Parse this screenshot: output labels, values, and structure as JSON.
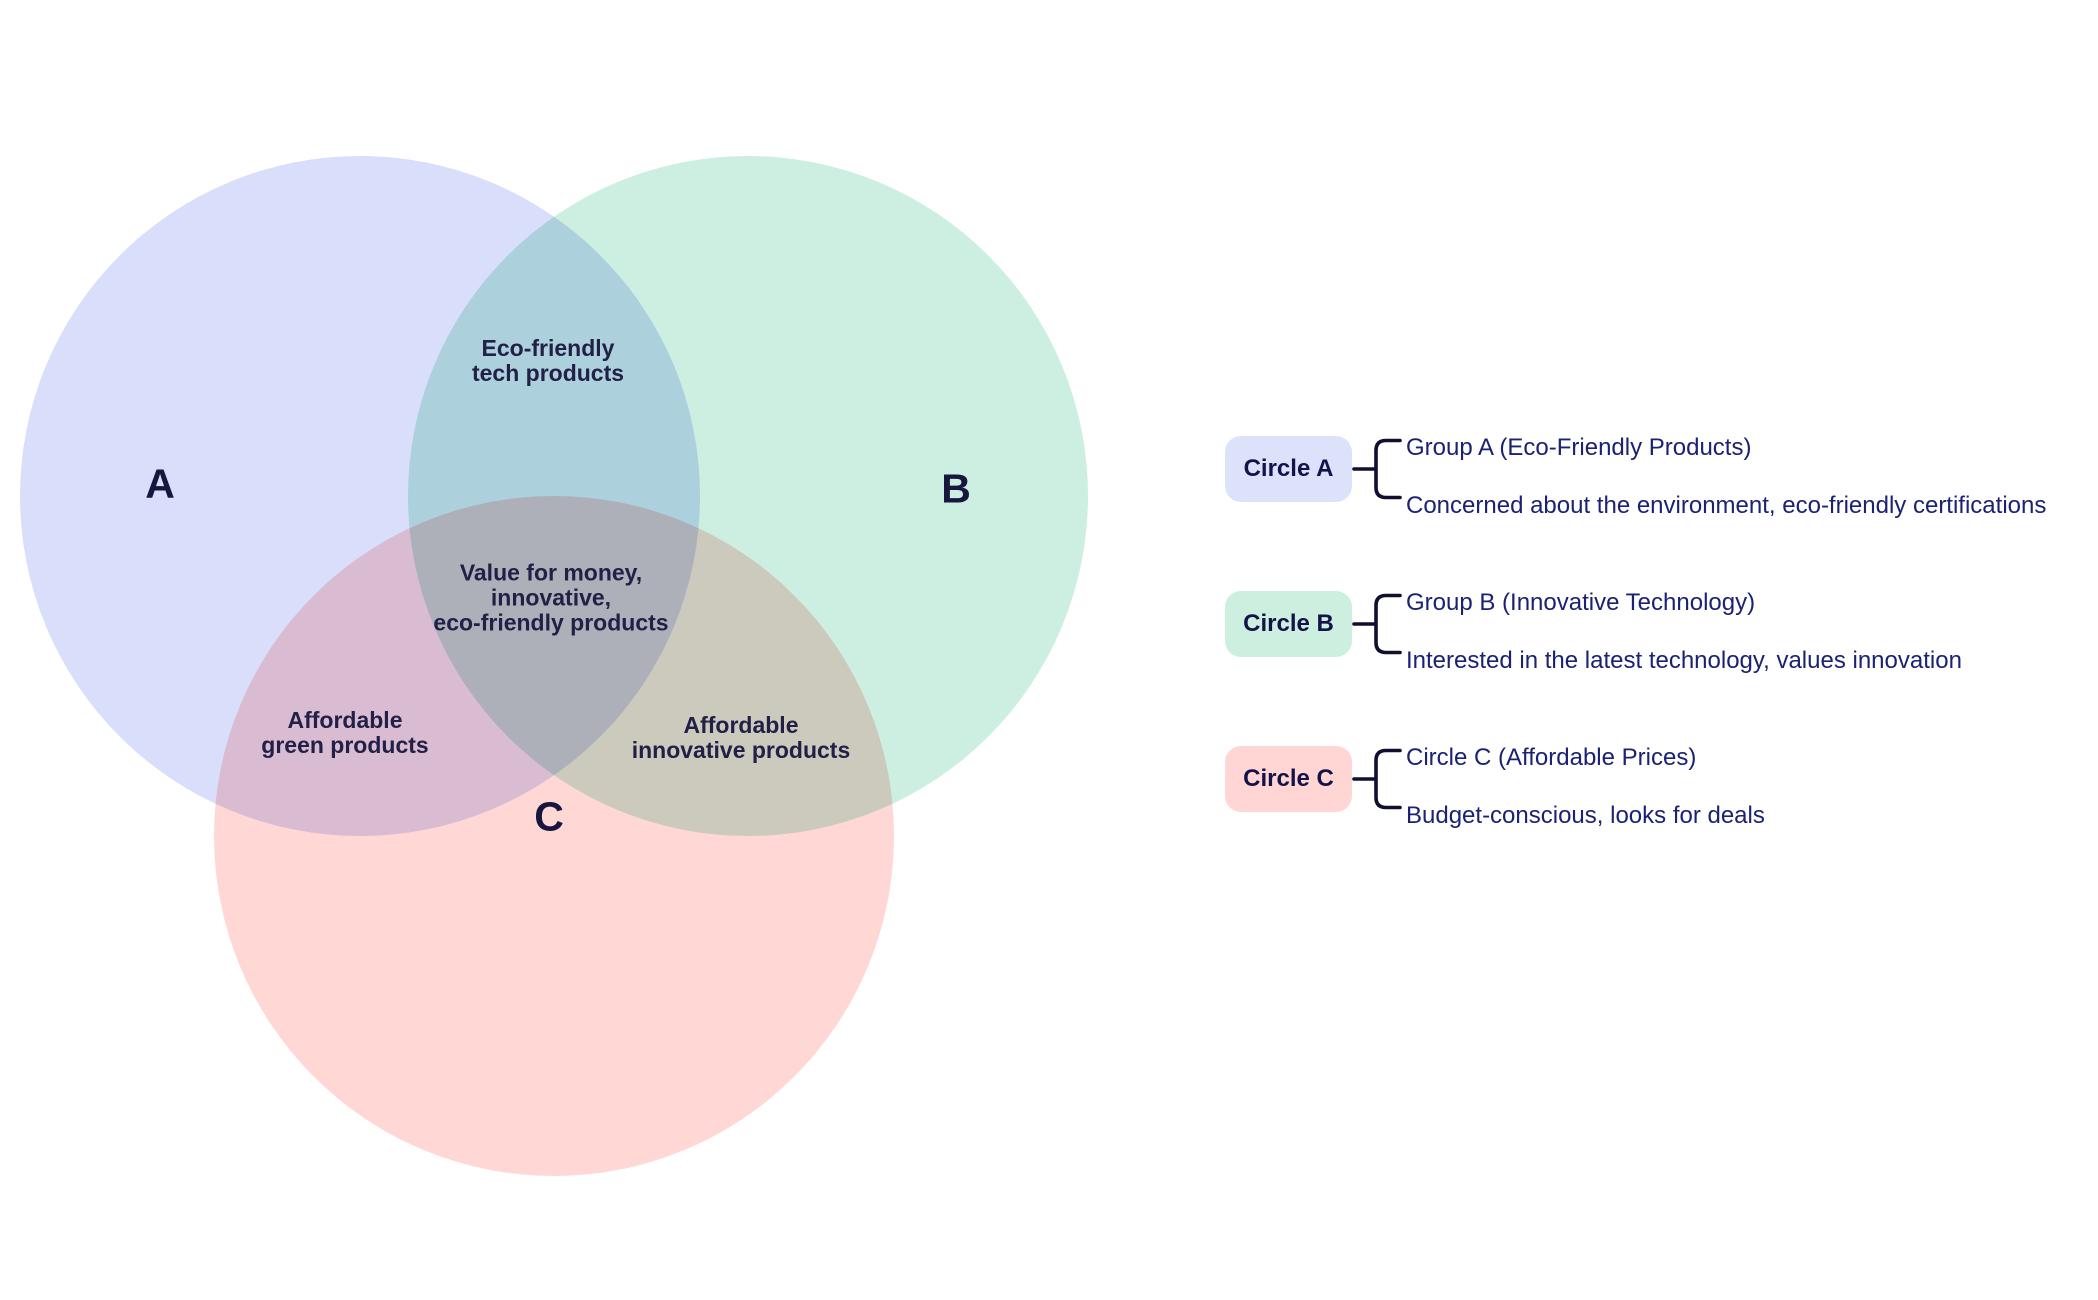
{
  "venn": {
    "circles": [
      {
        "id": "A",
        "label": "A",
        "color": "#d9defa"
      },
      {
        "id": "B",
        "label": "B",
        "color": "#ccefe2"
      },
      {
        "id": "C",
        "label": "C",
        "color": "#ffd8d5"
      }
    ],
    "regions": {
      "ab": "Eco-friendly\ntech products",
      "abc": "Value for money,\ninnovative,\neco-friendly products",
      "ac": "Affordable\ngreen products",
      "bc": "Affordable\ninnovative products"
    }
  },
  "legend": {
    "rows": [
      {
        "chip": "Circle A",
        "chip_color": "#dde2fb",
        "line1": "Group A (Eco-Friendly Products)",
        "line2": "Concerned about the environment, eco-friendly certifications"
      },
      {
        "chip": "Circle B",
        "chip_color": "#ccefe0",
        "line1": "Group B (Innovative Technology)",
        "line2": "Interested in the latest technology, values innovation"
      },
      {
        "chip": "Circle C",
        "chip_color": "#ffd6d4",
        "line1": "Circle C (Affordable Prices)",
        "line2": "Budget-conscious, looks for deals"
      }
    ]
  },
  "colors": {
    "venn_letter_text": "#16163e",
    "region_label_text": "#232047",
    "legend_text": "#1b2173",
    "chip_text": "#13134a",
    "bracket_stroke": "#10102e",
    "background": "#ffffff"
  }
}
